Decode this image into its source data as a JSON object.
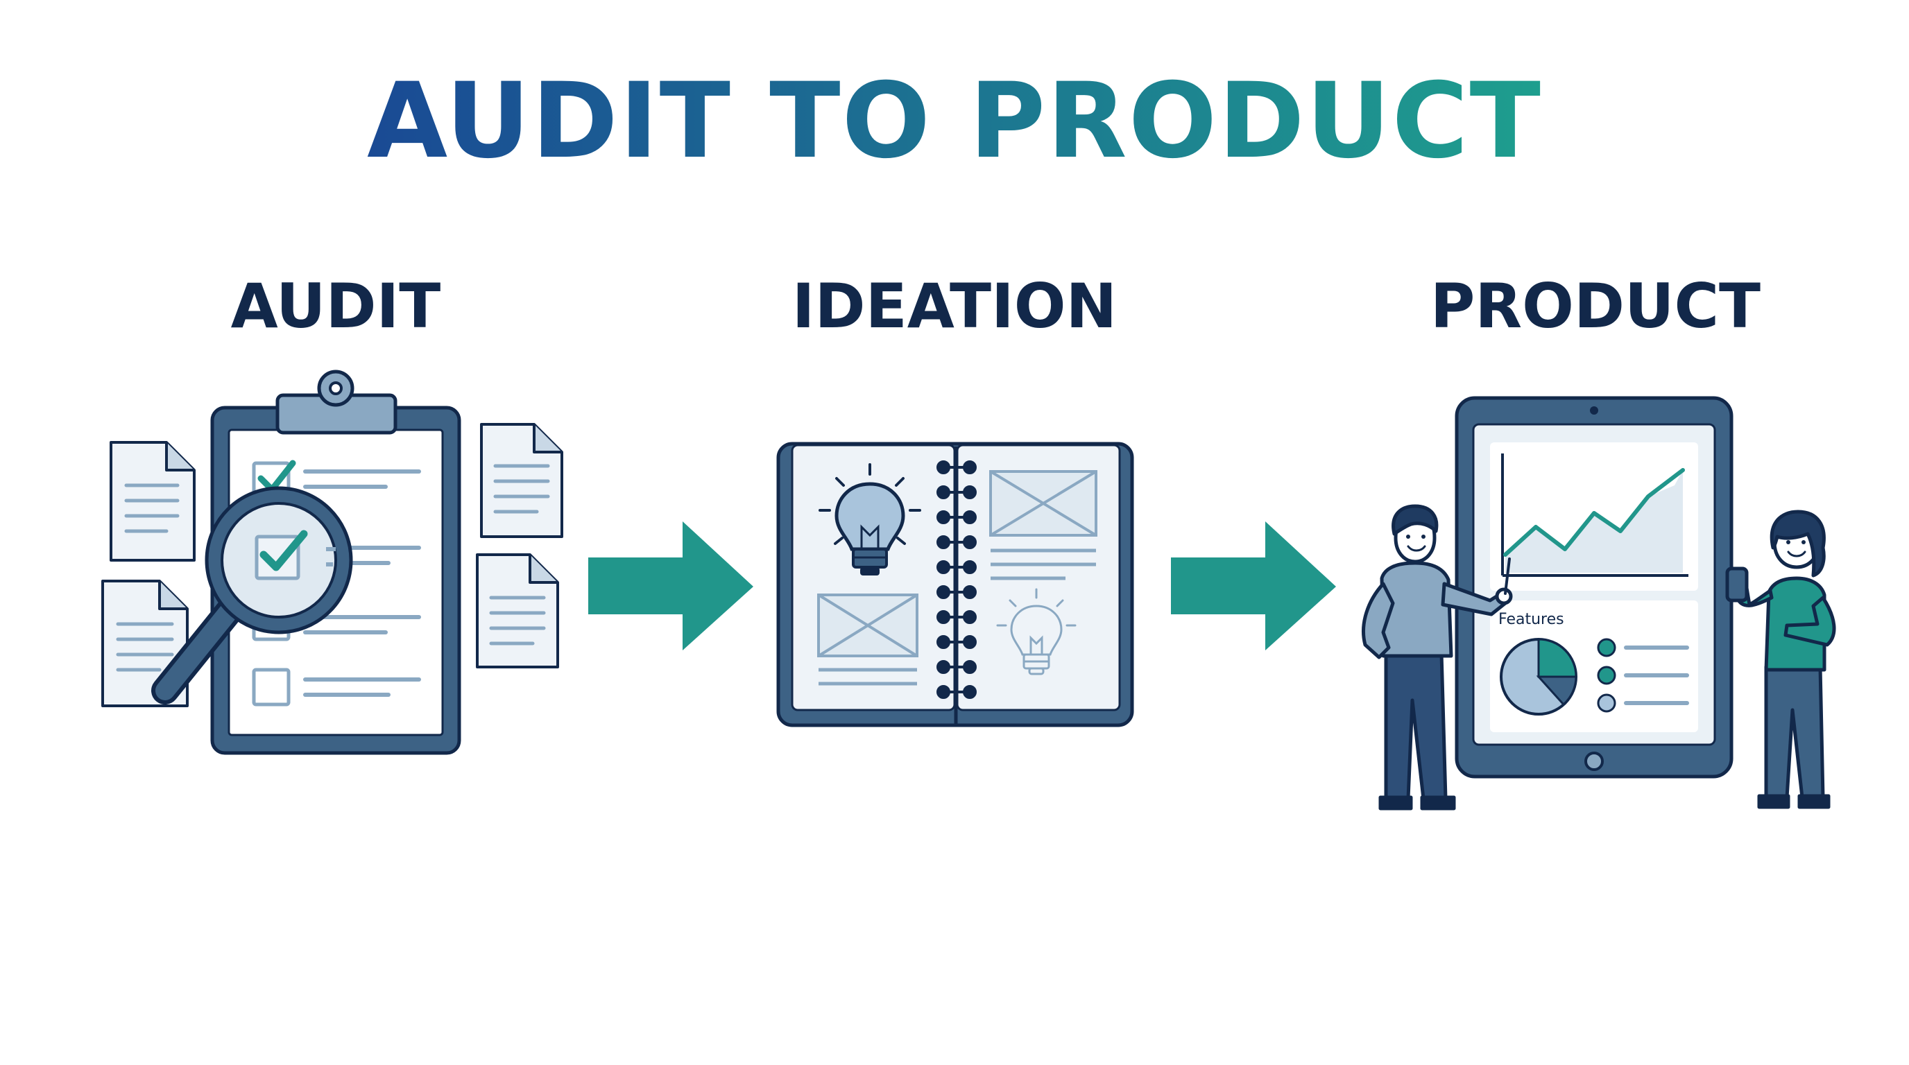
{
  "title": "AUDIT TO PRODUCT",
  "colors": {
    "title_gradient_start": "#1a4a94",
    "title_gradient_end": "#1e9e8e",
    "dark_navy": "#12284a",
    "steel_blue": "#3d6285",
    "light_steel": "#8aa8c2",
    "teal": "#21968b",
    "paper": "#f1f5f9",
    "screen_bg": "#eaf1f6"
  },
  "stages": [
    {
      "label": "AUDIT",
      "icon": "clipboard-checklist-magnifier-icon"
    },
    {
      "label": "IDEATION",
      "icon": "sketchbook-lightbulb-wireframe-icon"
    },
    {
      "label": "PRODUCT",
      "icon": "tablet-dashboard-people-icon"
    }
  ],
  "arrows": [
    "arrow-right-icon",
    "arrow-right-icon"
  ],
  "product_screen": {
    "features_label": "Features"
  }
}
